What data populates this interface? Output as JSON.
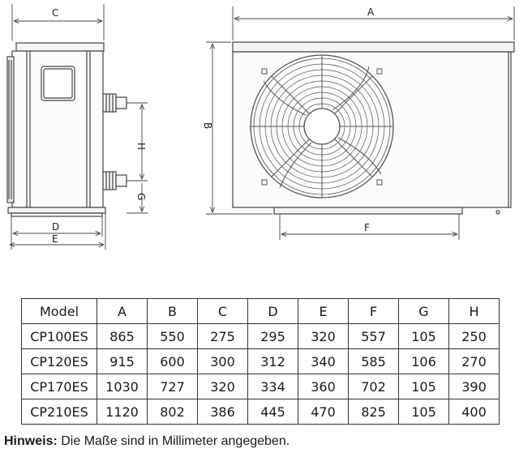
{
  "drawing": {
    "dimension_labels": {
      "a": "A",
      "b": "B",
      "c": "C",
      "d": "D",
      "e": "E",
      "f": "F",
      "g": "G",
      "h": "H"
    }
  },
  "table": {
    "headers": [
      "Model",
      "A",
      "B",
      "C",
      "D",
      "E",
      "F",
      "G",
      "H"
    ],
    "rows": [
      [
        "CP100ES",
        "865",
        "550",
        "275",
        "295",
        "320",
        "557",
        "105",
        "250"
      ],
      [
        "CP120ES",
        "915",
        "600",
        "300",
        "312",
        "340",
        "585",
        "106",
        "270"
      ],
      [
        "CP170ES",
        "1030",
        "727",
        "320",
        "334",
        "360",
        "702",
        "105",
        "390"
      ],
      [
        "CP210ES",
        "1120",
        "802",
        "386",
        "445",
        "470",
        "825",
        "105",
        "400"
      ]
    ]
  },
  "note": {
    "label": "Hinweis:",
    "text": " Die Maße sind in Millimeter angegeben."
  },
  "colors": {
    "line": "#444444",
    "text": "#1a1a1a"
  }
}
